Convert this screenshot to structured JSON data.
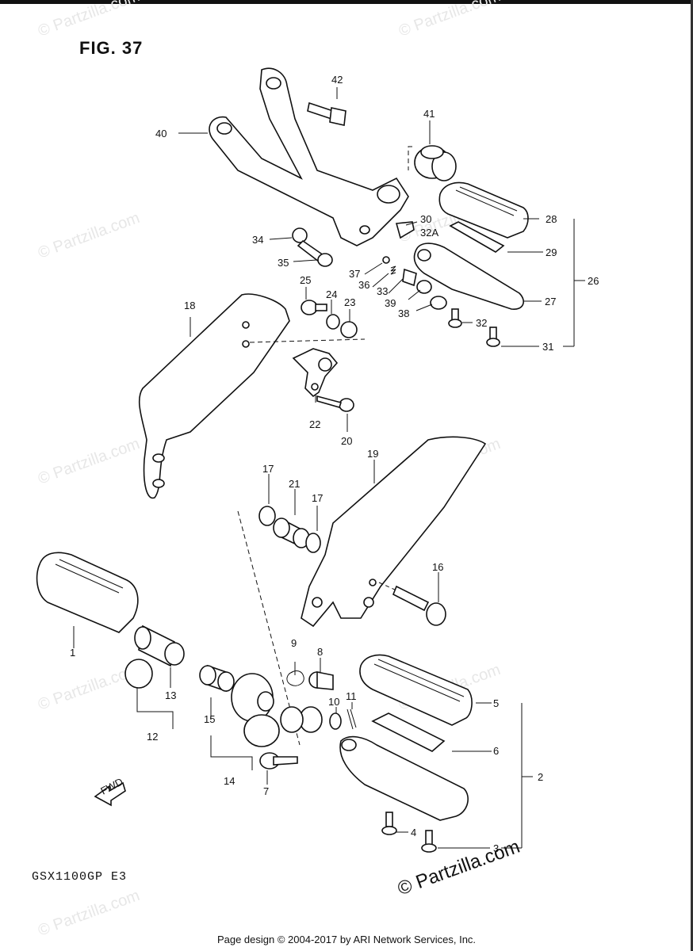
{
  "figure_title": "FIG. 37",
  "model_code": "GSX1100GP E3",
  "footer": "Page design © 2004-2017 by ARI Network Services, Inc.",
  "brand_mark": "© Partzilla.com",
  "watermark": "© Partzilla.com",
  "fwd_arrow": "FWD",
  "callouts": [
    "1",
    "2",
    "3",
    "4",
    "5",
    "6",
    "7",
    "8",
    "9",
    "10",
    "11",
    "12",
    "13",
    "14",
    "15",
    "16",
    "17",
    "17",
    "18",
    "19",
    "20",
    "21",
    "22",
    "23",
    "24",
    "25",
    "26",
    "27",
    "28",
    "29",
    "30",
    "31",
    "32",
    "32A",
    "33",
    "34",
    "35",
    "36",
    "37",
    "38",
    "39",
    "40",
    "41",
    "42"
  ]
}
